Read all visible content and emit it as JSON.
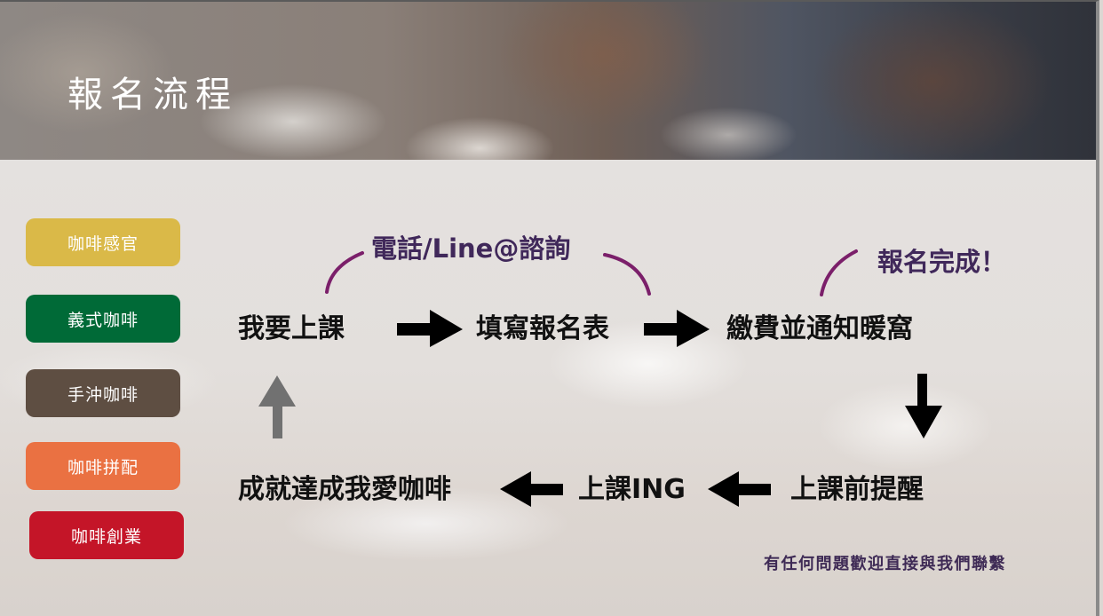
{
  "header": {
    "title": "報名流程"
  },
  "sidebar": {
    "items": [
      {
        "label": "咖啡感官",
        "color": "#dab948"
      },
      {
        "label": "義式咖啡",
        "color": "#006a37"
      },
      {
        "label": "手沖咖啡",
        "color": "#5e4e42"
      },
      {
        "label": "咖啡拼配",
        "color": "#ea7142"
      },
      {
        "label": "咖啡創業",
        "color": "#c41528"
      }
    ]
  },
  "flow": {
    "steps": [
      {
        "label": "我要上課"
      },
      {
        "label": "填寫報名表"
      },
      {
        "label": "繳費並通知暖窩"
      },
      {
        "label": "上課前提醒"
      },
      {
        "label": "上課ING"
      },
      {
        "label": "成就達成我愛咖啡"
      }
    ],
    "notes": [
      {
        "label": "電話/Line@諮詢"
      },
      {
        "label": "報名完成！"
      }
    ],
    "arrow_color": "#000000",
    "return_arrow_color": "#717171",
    "arc_color": "#7b1f6a",
    "note_color": "#40285a"
  },
  "footer": {
    "contact_note": "有任何問題歡迎直接與我們聯繫"
  }
}
